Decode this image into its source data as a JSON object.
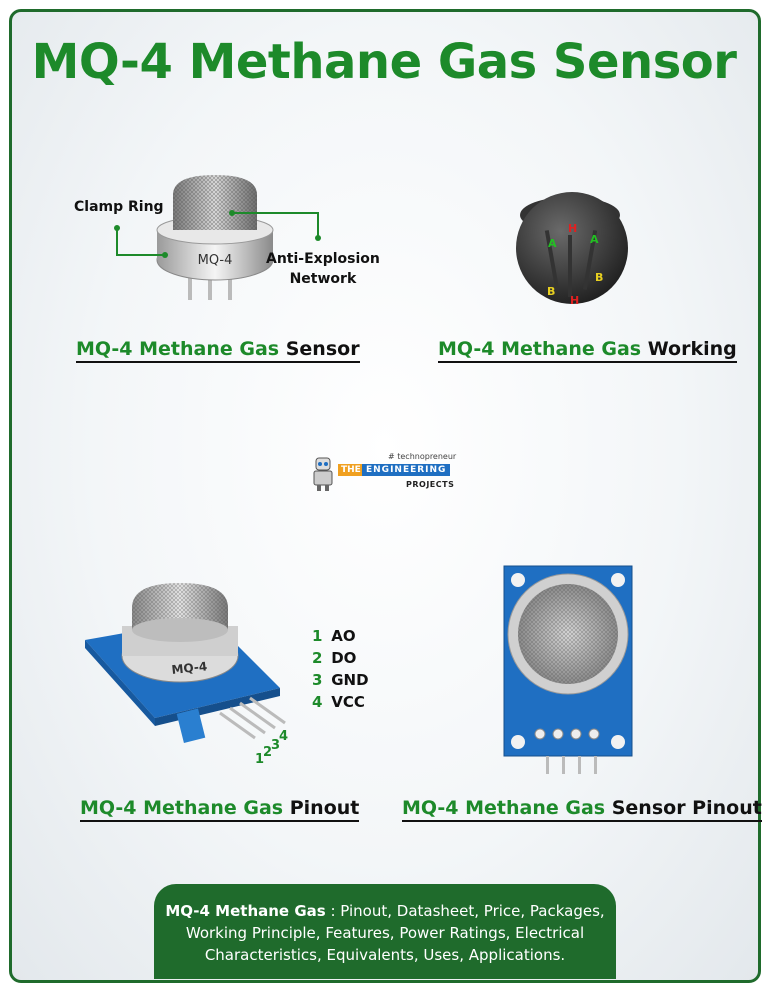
{
  "title": "MQ-4 Methane Gas Sensor",
  "panels": {
    "sensor": {
      "caption_green": "MQ-4 Methane Gas",
      "caption_dark": "Sensor",
      "clamp_label": "Clamp Ring",
      "anti_label_1": "Anti-Explosion",
      "anti_label_2": "Network",
      "body_text": "MQ-4"
    },
    "working": {
      "caption_green": "MQ-4 Methane Gas",
      "caption_dark": "Working",
      "pin_labels": [
        "H",
        "A",
        "A",
        "B",
        "B",
        "H"
      ]
    },
    "pinout": {
      "caption_green": "MQ-4 Methane Gas",
      "caption_dark": "Pinout",
      "body_text": "MQ-4",
      "pins": [
        {
          "num": "1",
          "name": "AO"
        },
        {
          "num": "2",
          "name": "DO"
        },
        {
          "num": "3",
          "name": "GND"
        },
        {
          "num": "4",
          "name": "VCC"
        }
      ]
    },
    "sensor_pinout": {
      "caption_green": "MQ-4 Methane Gas",
      "caption_dark": "Sensor Pinout"
    }
  },
  "logo": {
    "tag": "# technopreneur",
    "the": "THE",
    "engineering": "ENGINEERING",
    "projects": "PROJECTS"
  },
  "footer": {
    "bold": "MQ-4 Methane Gas",
    "rest": " : Pinout, Datasheet, Price, Packages, Working Principle, Features, Power Ratings, Electrical Characteristics, Equivalents, Uses, Applications."
  },
  "colors": {
    "brand_green": "#1d8a2a",
    "frame_green": "#1f6b2c",
    "pcb_blue": "#1f6fc2"
  }
}
